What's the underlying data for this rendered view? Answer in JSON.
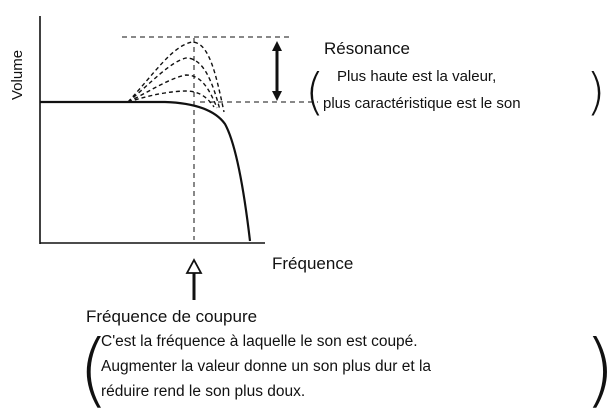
{
  "axes": {
    "y_label": "Volume",
    "x_label": "Fréquence"
  },
  "resonance": {
    "title": "Résonance",
    "line1": "Plus haute est la valeur,",
    "line2": "plus caractéristique est le son"
  },
  "cutoff": {
    "title": "Fréquence de coupure",
    "line1": "C'est la fréquence à laquelle le son est coupé.",
    "line2": "Augmenter la valeur donne un son plus dur et la",
    "line3": "réduire rend le son plus doux."
  },
  "colors": {
    "ink": "#111111",
    "background": "#ffffff"
  }
}
